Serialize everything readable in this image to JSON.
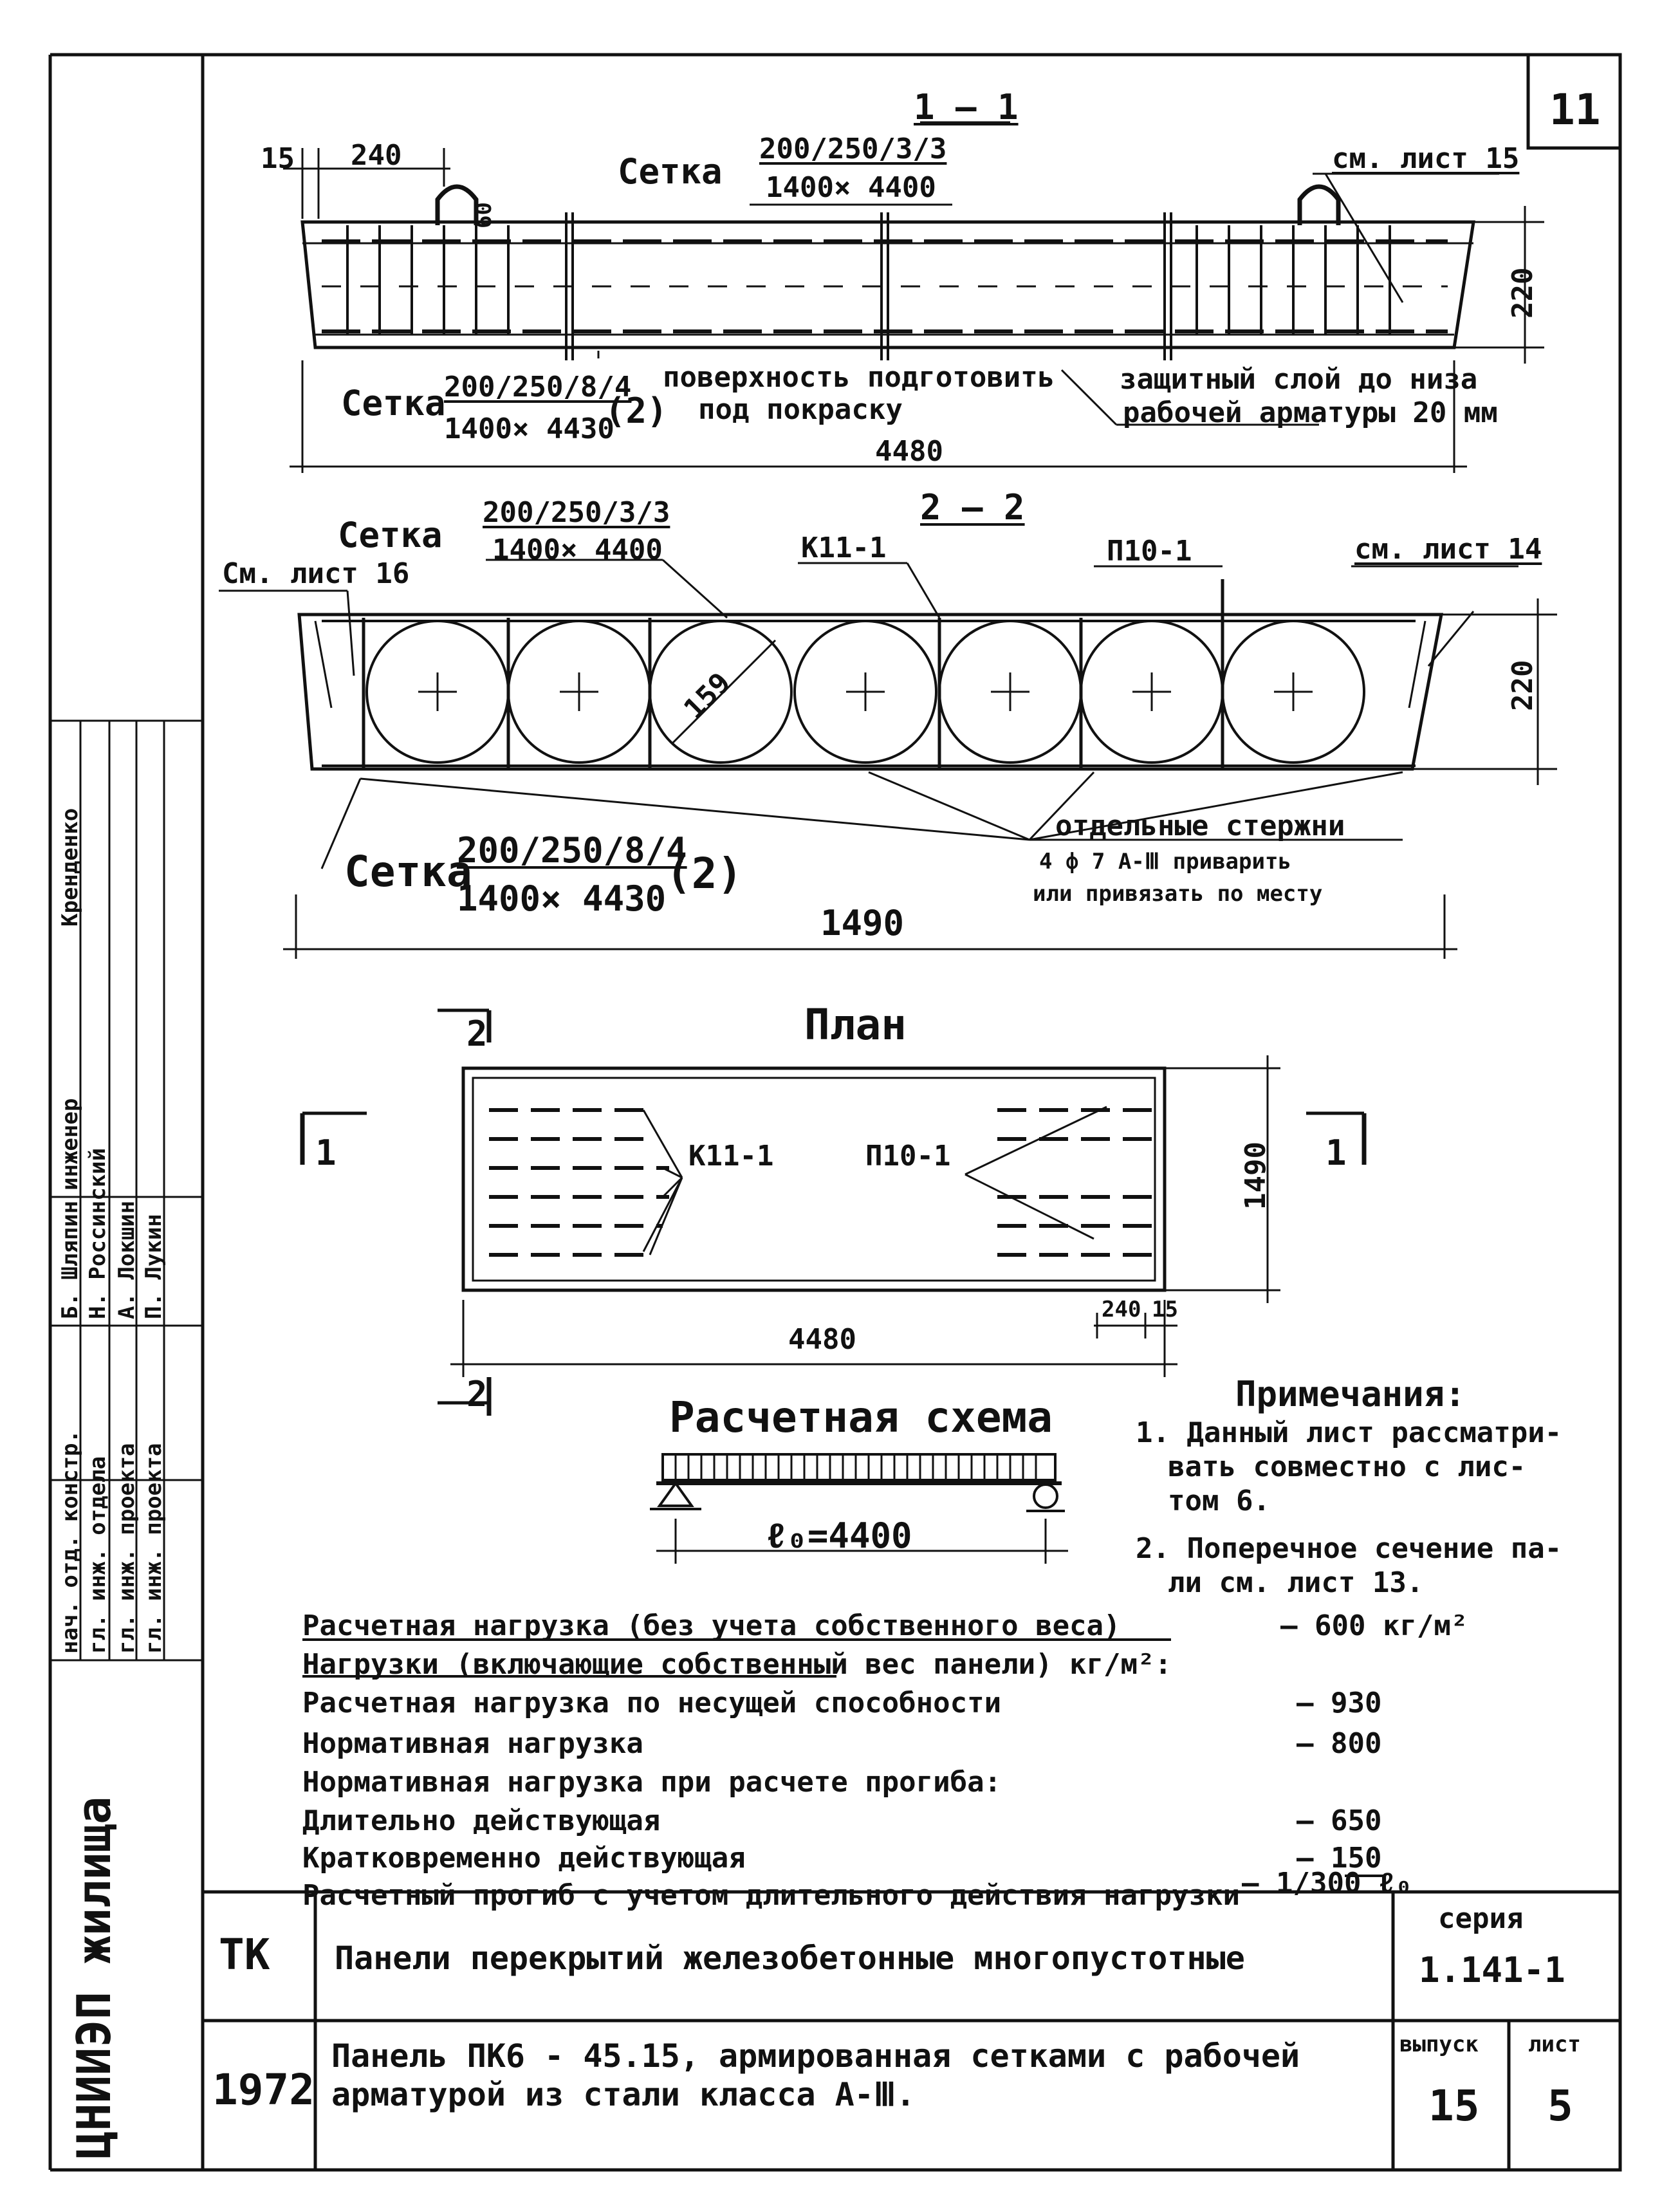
{
  "sheet": {
    "number": "11",
    "org": "ЦНИИЭП жилища",
    "code": "ТК",
    "year": "1972",
    "title_series": "Панели перекрытий железобетонные многопустотные",
    "title_panel": "Панель ПК6 - 45.15, армированная сетками с рабочей арматурой из стали класса А-Ⅲ.",
    "series_label": "серия",
    "series_value": "1.141-1",
    "issue_label": "выпуск",
    "issue_value": "15",
    "list_label": "лист",
    "list_value": "5"
  },
  "stamp": {
    "rows": [
      {
        "role": "нач. отд. констр.",
        "name": "Б. Шляпин"
      },
      {
        "role": "гл. инж. отдела",
        "name": "Н. Россинский"
      },
      {
        "role": "гл. инж. проекта",
        "name": "А. Локшин"
      },
      {
        "role": "гл. инж. проекта",
        "name": "П. Лукин"
      },
      {
        "role": "инженер",
        "name": "Кренденко"
      }
    ]
  },
  "section11": {
    "title": "1 — 1",
    "mesh_top_label": "Сетка",
    "mesh_top_spec": "200/250/3/3",
    "mesh_top_size": "1400× 4400",
    "dim_15": "15",
    "dim_240": "240",
    "dim_60": "60",
    "ref_sheet15": "см. лист 15",
    "dim_height": "220",
    "mesh_bottom_label": "Сетка",
    "mesh_bottom_spec": "200/250/8/4",
    "mesh_bottom_size": "1400× 4430",
    "mesh_bottom_qty": "(2)",
    "note_surface_1": "поверхность подготовить",
    "note_surface_2": "под покраску",
    "note_cover_1": "защитный слой до низа",
    "note_cover_2": "рабочей арматуры 20 мм",
    "dim_length": "4480"
  },
  "section22": {
    "title": "2 — 2",
    "mesh_top_label": "Сетка",
    "mesh_top_spec": "200/250/3/3",
    "mesh_top_size": "1400× 4400",
    "ref_sheet16": "См. лист 16",
    "frame_k": "К11-1",
    "frame_p": "П10-1",
    "ref_sheet14": "см. лист 14",
    "dim_height": "220",
    "dim_void": "159",
    "mesh_bottom_label": "Сетка",
    "mesh_bottom_spec": "200/250/8/4",
    "mesh_bottom_size": "1400× 4430",
    "mesh_bottom_qty": "(2)",
    "note_bars_1": "отдельные стержни",
    "note_bars_2": "4 ф 7 А-Ⅲ приварить",
    "note_bars_3": "или привязать по месту",
    "dim_width": "1490"
  },
  "plan": {
    "title": "План",
    "cut_2": "2",
    "cut_1": "1",
    "frame_k": "К11-1",
    "frame_p": "П10-1",
    "dim_width": "1490",
    "dim_length": "4480",
    "dim_240": "240",
    "dim_15": "15"
  },
  "scheme": {
    "title": "Расчетная схема",
    "span": "ℓ₀=4400"
  },
  "notes": {
    "title": "Примечания:",
    "n1_a": "1. Данный лист рассматри-",
    "n1_b": "вать совместно с лис-",
    "n1_c": "том 6.",
    "n2_a": "2. Поперечное сечение па-",
    "n2_b": "ли см. лист 13."
  },
  "loads": {
    "design_load_label": "Расчетная нагрузка (без учета собственного веса)",
    "design_load_value": "— 600 кг/м²",
    "header": "Нагрузки (включающие собственный вес панели) кг/м²:",
    "bearing_label": "Расчетная нагрузка по несущей способности",
    "bearing_value": "— 930",
    "normative_label": "Нормативная нагрузка",
    "normative_value": "— 800",
    "deflection_header": "Нормативная нагрузка при расчете прогиба:",
    "long_label": "Длительно действующая",
    "long_value": "— 650",
    "short_label": "Кратковременно действующая",
    "short_value": "— 150",
    "deflection_label": "Расчетный прогиб с учетом длительного действия нагрузки",
    "deflection_value": "— 1/300 ℓ₀"
  }
}
